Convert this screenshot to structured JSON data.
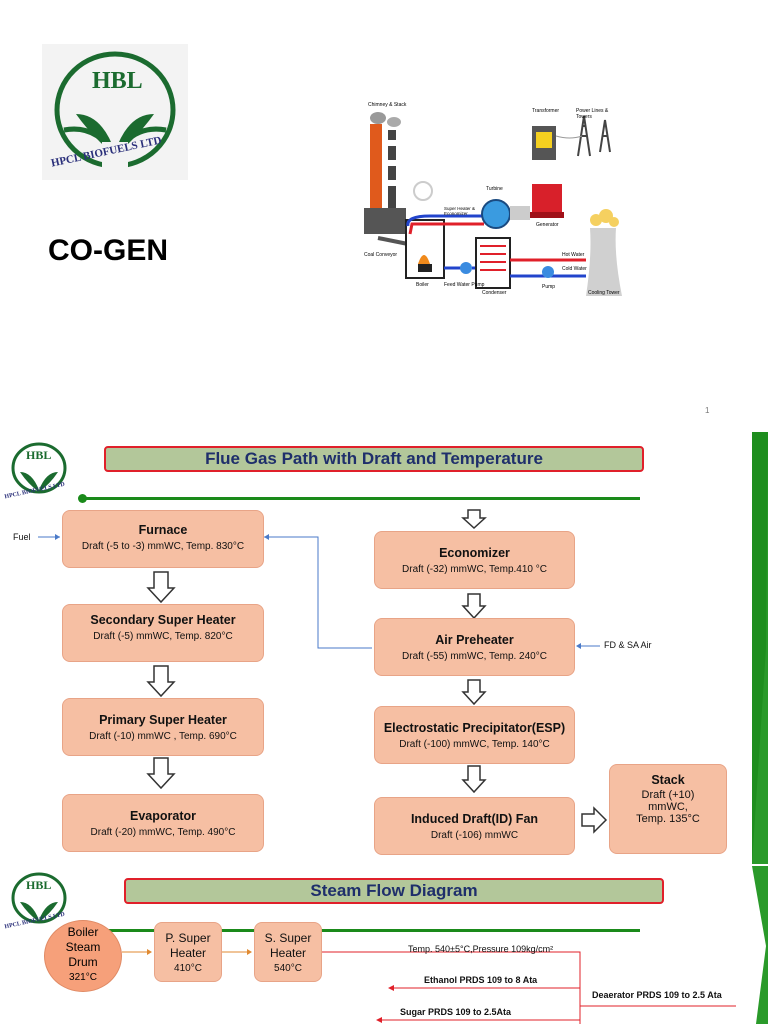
{
  "top": {
    "logo_text": "HBL",
    "logo_ring": "HPCL BIOFUELS LTD",
    "title": "CO-GEN",
    "page_number": "1",
    "cogen_labels": {
      "chimney": "Chimney & Stack",
      "transformer": "Transformer",
      "power_lines": "Power Lines & Towers",
      "turbine": "Turbine",
      "superheater": "Super Heater & Economizer",
      "generator": "Generator",
      "hot_water": "Hot Water",
      "cold_water": "Cold Water",
      "coal_conveyor": "Coal Conveyor",
      "boiler": "Boiler",
      "feed_pump": "Feed Water Pump",
      "condenser": "Condenser",
      "pump": "Pump",
      "cooling_tower": "Cooling Tower"
    }
  },
  "flue": {
    "logo_text": "HBL",
    "logo_ring": "HPCL BIOFUELS LTD",
    "title": "Flue Gas Path with Draft and Temperature",
    "fuel_label": "Fuel",
    "fd_label": "FD & SA Air",
    "boxes": {
      "furnace": {
        "title": "Furnace",
        "detail": "Draft (-5 to -3) mmWC, Temp. 830°C"
      },
      "ssh": {
        "title": "Secondary Super Heater",
        "detail": "Draft (-5) mmWC, Temp. 820°C"
      },
      "psh": {
        "title": "Primary Super Heater",
        "detail": "Draft (-10) mmWC , Temp. 690°C"
      },
      "evap": {
        "title": "Evaporator",
        "detail": "Draft (-20) mmWC, Temp. 490°C"
      },
      "econ": {
        "title": "Economizer",
        "detail": "Draft (-32) mmWC, Temp.410 °C"
      },
      "aph": {
        "title": "Air Preheater",
        "detail": "Draft (-55) mmWC, Temp. 240°C"
      },
      "esp": {
        "title": "Electrostatic Precipitator(ESP)",
        "detail": "Draft (-100) mmWC, Temp. 140°C"
      },
      "idfan": {
        "title": "Induced Draft(ID) Fan",
        "detail": "Draft (-106) mmWC"
      },
      "stack": {
        "title": "Stack",
        "detail1": "Draft (+10)",
        "detail2": "mmWC,",
        "detail3": "Temp. 135°C"
      }
    }
  },
  "steam": {
    "logo_text": "HBL",
    "logo_ring": "HPCL BIOFUELS LTD",
    "title": "Steam Flow Diagram",
    "drum": {
      "l1": "Boiler",
      "l2": "Steam",
      "l3": "Drum",
      "l4": "321°C"
    },
    "psh": {
      "l1": "P. Super",
      "l2": "Heater",
      "l3": "410°C"
    },
    "ssh": {
      "l1": "S. Super",
      "l2": "Heater",
      "l3": "540°C"
    },
    "temp_pressure": "Temp. 540±5°C,Pressure 109kg/cm²",
    "ethanol": "Ethanol PRDS 109 to 8 Ata",
    "sugar": "Sugar PRDS 109 to 2.5Ata",
    "deaerator": "Deaerator PRDS 109 to 2.5 Ata"
  }
}
